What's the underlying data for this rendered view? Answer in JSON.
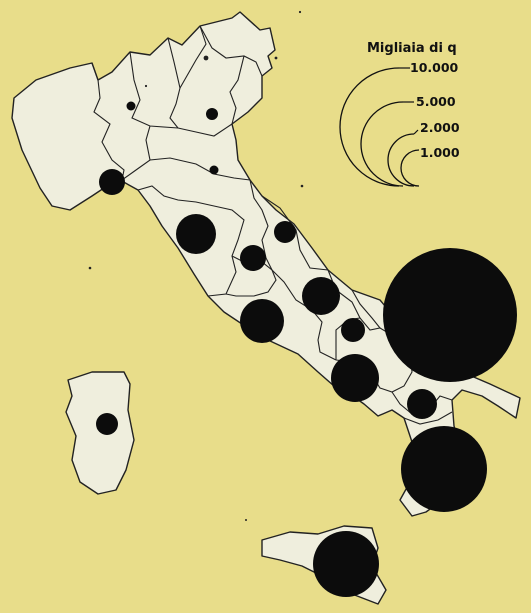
{
  "legend": {
    "title": "Migliaia di q",
    "classes": [
      {
        "label": "10.000",
        "value": 10000
      },
      {
        "label": "5.000",
        "value": 5000
      },
      {
        "label": "2.000",
        "value": 2000
      },
      {
        "label": "1.000",
        "value": 1000
      }
    ]
  },
  "regions": [
    {
      "id": "piemonte"
    },
    {
      "id": "valle-d-aosta"
    },
    {
      "id": "lombardia"
    },
    {
      "id": "trentino-alto-adige"
    },
    {
      "id": "veneto"
    },
    {
      "id": "friuli-venezia-giulia"
    },
    {
      "id": "liguria"
    },
    {
      "id": "emilia-romagna"
    },
    {
      "id": "toscana"
    },
    {
      "id": "umbria"
    },
    {
      "id": "marche"
    },
    {
      "id": "lazio"
    },
    {
      "id": "abruzzo"
    },
    {
      "id": "molise"
    },
    {
      "id": "campania"
    },
    {
      "id": "puglia"
    },
    {
      "id": "basilicata"
    },
    {
      "id": "calabria"
    },
    {
      "id": "sicilia"
    },
    {
      "id": "sardegna"
    }
  ],
  "colors": {
    "background": "#e8dd8a",
    "land": "#efeedd",
    "border": "#222222",
    "bubble": "#0c0c0c"
  }
}
